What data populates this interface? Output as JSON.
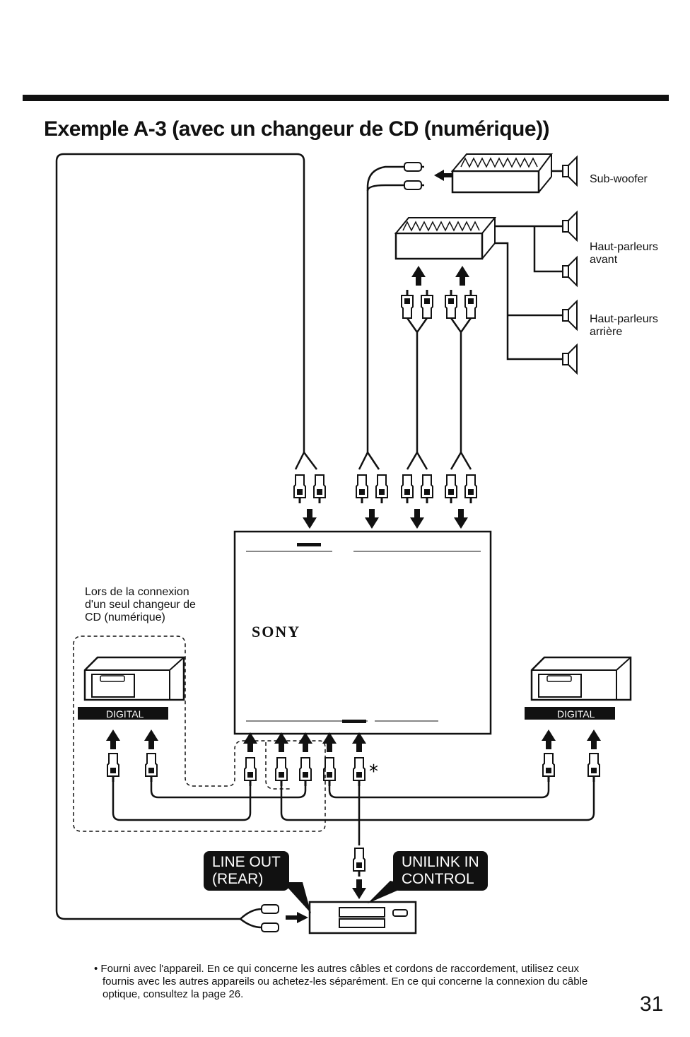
{
  "title": "Exemple A-3 (avec un changeur de CD (numérique))",
  "labels": {
    "subwoofer": "Sub-woofer",
    "front_speakers_line1": "Haut-parleurs",
    "front_speakers_line2": "avant",
    "rear_speakers_line1": "Haut-parleurs",
    "rear_speakers_line2": "arrière",
    "single_changer_line1": "Lors de la connexion",
    "single_changer_line2": "d'un seul changeur de",
    "single_changer_line3": "CD (numérique)",
    "brand": "SONY",
    "digital_left": "DIGITAL",
    "digital_right": "DIGITAL",
    "asterisk": "*"
  },
  "callouts": {
    "line_out_line1": "LINE OUT",
    "line_out_line2": "(REAR)",
    "unilink_line1": "UNILINK IN",
    "unilink_line2": "CONTROL"
  },
  "footnote": {
    "line1": "• Fourni avec l'appareil. En ce qui concerne les autres câbles et cordons de raccordement, utilisez ceux",
    "line2": "fournis avec les autres appareils ou achetez-les séparément. En ce qui concerne la connexion du câble",
    "line3": "optique, consultez la page 26."
  },
  "page_number": "31"
}
